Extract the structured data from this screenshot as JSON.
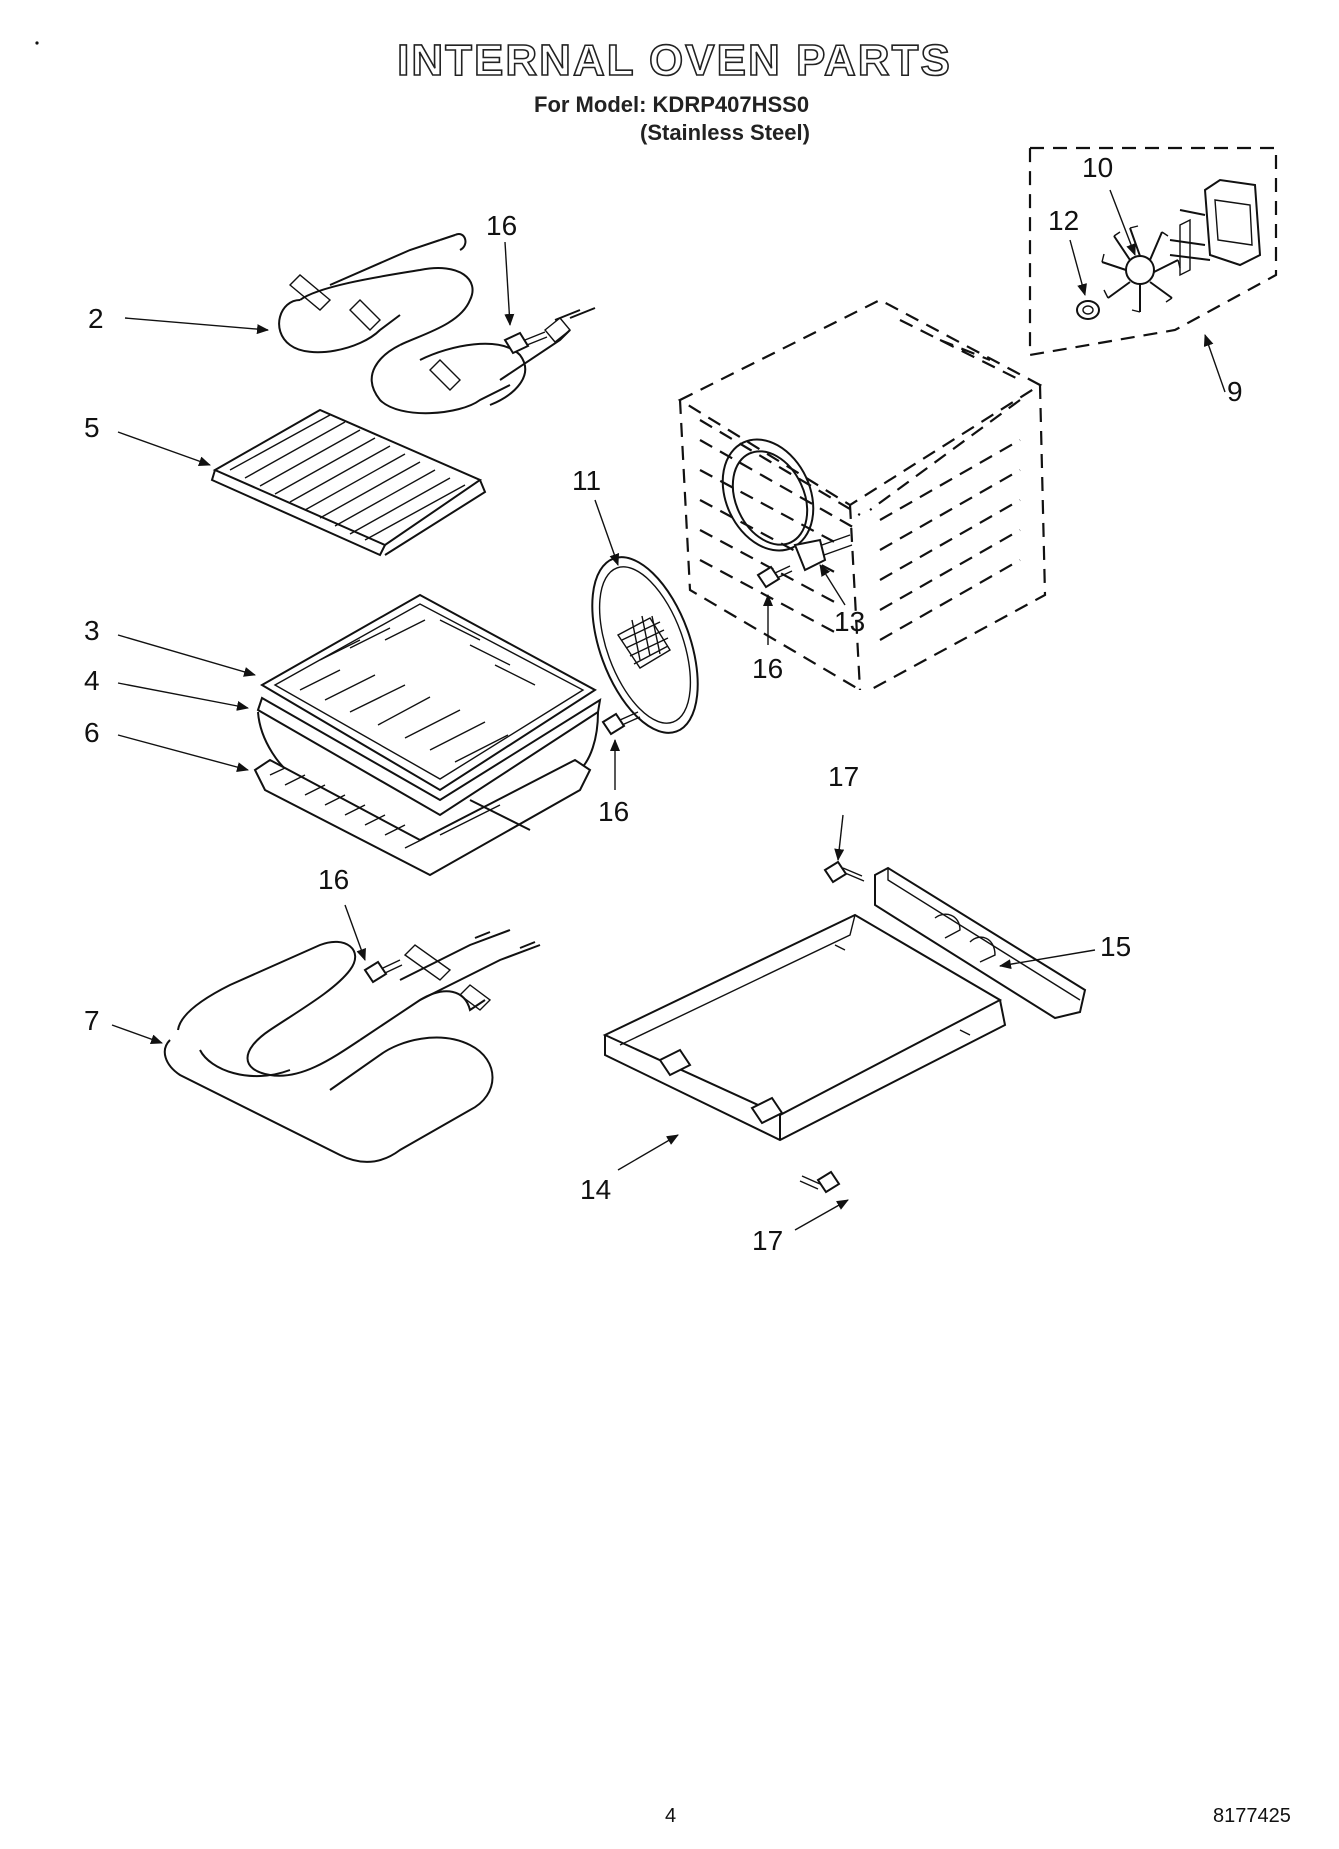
{
  "header": {
    "title": "INTERNAL OVEN PARTS",
    "model_line": "For Model: KDRP407HSS0",
    "finish_line": "(Stainless Steel)"
  },
  "callouts": {
    "c2": "2",
    "c5": "5",
    "c3": "3",
    "c4": "4",
    "c6": "6",
    "c7": "7",
    "c9": "9",
    "c10": "10",
    "c11": "11",
    "c12": "12",
    "c13": "13",
    "c14": "14",
    "c15": "15",
    "c16_top": "16",
    "c16_cavity": "16",
    "c16_cover": "16",
    "c16_bake": "16",
    "c17_top": "17",
    "c17_bottom": "17"
  },
  "footer": {
    "page_number": "4",
    "document_number": "8177425"
  }
}
